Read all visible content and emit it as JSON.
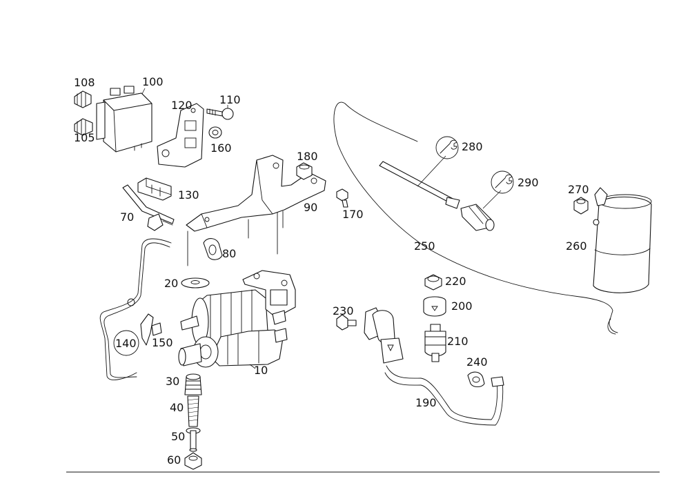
{
  "labels": {
    "p10": "10",
    "p20": "20",
    "p30": "30",
    "p40": "40",
    "p50": "50",
    "p60": "60",
    "p70": "70",
    "p80": "80",
    "p90": "90",
    "p100": "100",
    "p105": "105",
    "p108": "108",
    "p110": "110",
    "p120": "120",
    "p130": "130",
    "p140": "140",
    "p150": "150",
    "p160": "160",
    "p170": "170",
    "p180": "180",
    "p190": "190",
    "p200": "200",
    "p210": "210",
    "p220": "220",
    "p230": "230",
    "p240": "240",
    "p250": "250",
    "p260": "260",
    "p270": "270",
    "p280": "280",
    "p290": "290"
  },
  "icons": {
    "tool_symbol_280": "wrench-icon",
    "tool_symbol_290": "wrench-icon"
  },
  "colors": {
    "line": "#111111",
    "background": "#ffffff"
  }
}
